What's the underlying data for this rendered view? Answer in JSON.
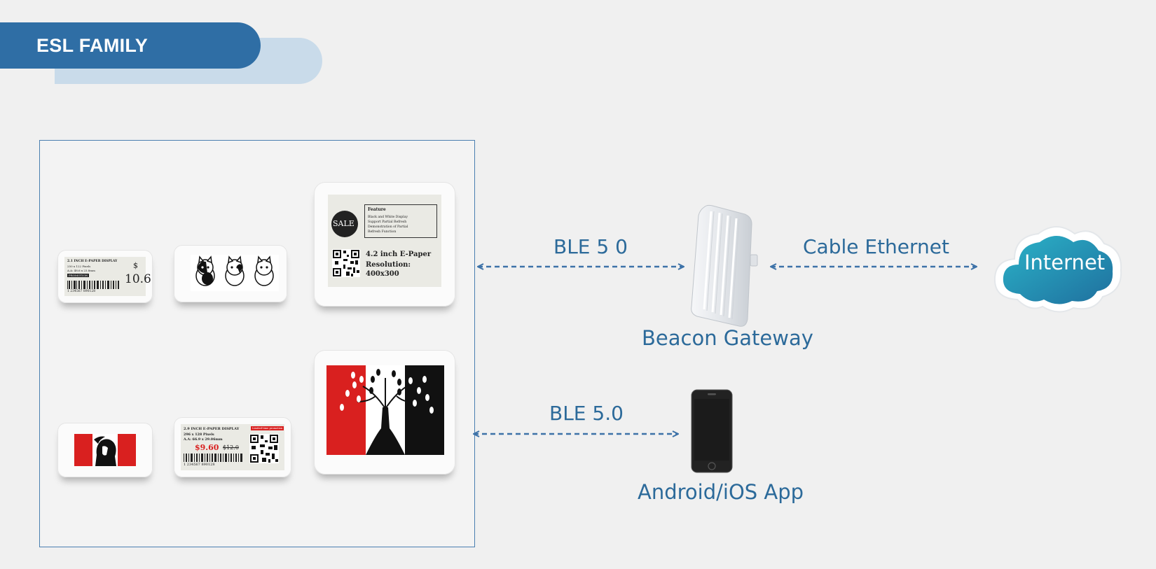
{
  "header": {
    "title": "ESL FAMILY"
  },
  "devices": {
    "tag_small_1": {
      "heading": "2.1 INCH E-PAPER DISPLAY",
      "pixels": "250 x 122 Pixels",
      "area": "A.A: 48.6 x 23.8mm",
      "promo": "PROMOTION",
      "currency": "$",
      "price": "10.6",
      "barcode_num": "1 234567  890128"
    },
    "tag_large_1": {
      "sale": "SALE",
      "feature_title": "Feature",
      "feature_lines": [
        "Black and White Display",
        "Support Partial Refresh",
        "Demonstration of Partial",
        "Refresh Function"
      ],
      "model": "4.2 inch E-Paper",
      "resolution_label": "Resolution:",
      "resolution": "400x300"
    },
    "tag_small_2": {
      "heading": "2.9 INCH E-PAPER DISPLAY",
      "badge": "Limited-time promotion",
      "pixels": "296 x 128 Pixels",
      "area": "A.A: 66.9 x 29.06mm",
      "price": "$9.60",
      "old_price": "$12.0",
      "barcode_num": "1 234567  890128"
    }
  },
  "links": {
    "gateway_link": "BLE 5 0",
    "app_link": "BLE 5.0",
    "internet_link": "Cable Ethernet"
  },
  "nodes": {
    "gateway": "Beacon Gateway",
    "app": "Android/iOS App",
    "internet": "Internet"
  },
  "colors": {
    "banner": "#2f6ea5",
    "banner_shadow": "#c9dbea",
    "frame": "#4a7fb0",
    "label": "#2c6a9a",
    "arrow": "#3d72a8",
    "cloud": "#1e8fb4"
  }
}
